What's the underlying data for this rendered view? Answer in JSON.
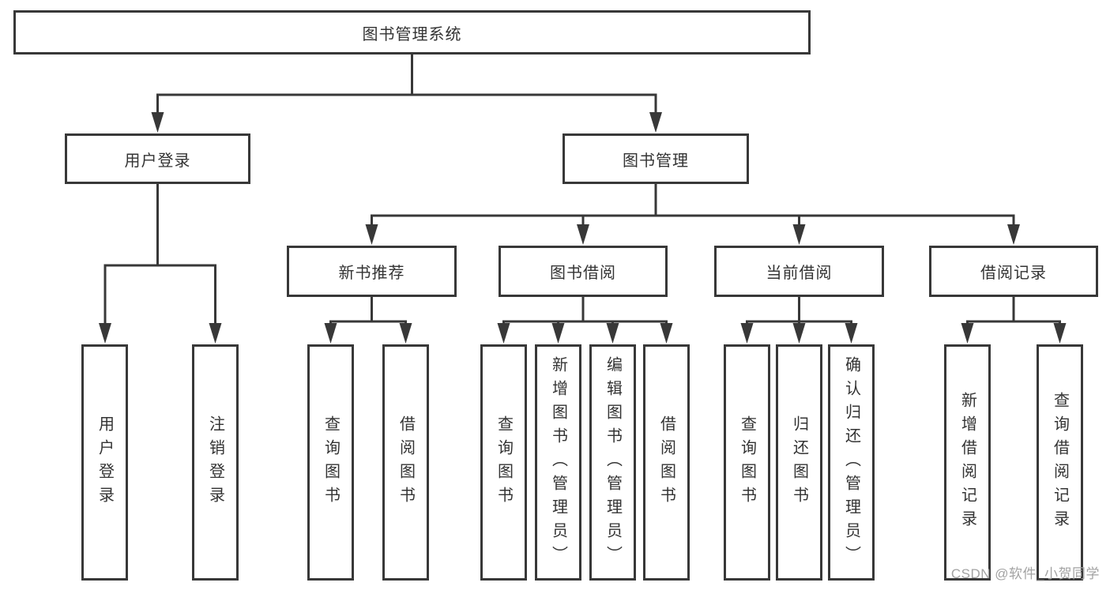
{
  "diagram": {
    "type": "tree",
    "root": {
      "label": "图书管理系统",
      "children": [
        {
          "label": "用户登录",
          "children": [
            {
              "label": "用户登录"
            },
            {
              "label": "注销登录"
            }
          ]
        },
        {
          "label": "图书管理",
          "children": [
            {
              "label": "新书推荐",
              "children": [
                {
                  "label": "查询图书"
                },
                {
                  "label": "借阅图书"
                }
              ]
            },
            {
              "label": "图书借阅",
              "children": [
                {
                  "label": "查询图书"
                },
                {
                  "label": "新增图书（管理员）"
                },
                {
                  "label": "编辑图书（管理员）"
                },
                {
                  "label": "借阅图书"
                }
              ]
            },
            {
              "label": "当前借阅",
              "children": [
                {
                  "label": "查询图书"
                },
                {
                  "label": "归还图书"
                },
                {
                  "label": "确认归还（管理员）"
                }
              ]
            },
            {
              "label": "借阅记录",
              "children": [
                {
                  "label": "新增借阅记录"
                },
                {
                  "label": "查询借阅记录"
                }
              ]
            }
          ]
        }
      ]
    }
  },
  "watermark": {
    "text": "CSDN @软件_小贺同学"
  },
  "colors": {
    "line": "#383838",
    "border": "#383838",
    "text": "#333333",
    "background": "#ffffff",
    "watermark": "#a3a3a3"
  }
}
